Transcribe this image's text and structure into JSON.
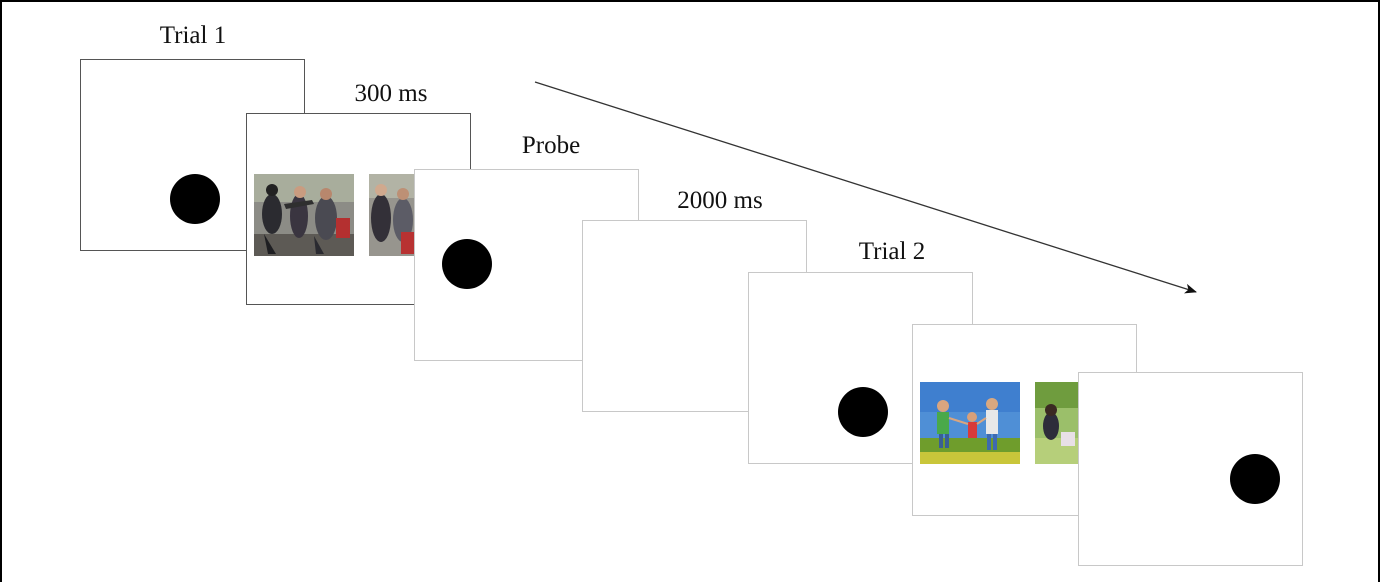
{
  "labels": {
    "trial1": "Trial 1",
    "ms300": "300 ms",
    "probe": "Probe",
    "ms2000": "2000 ms",
    "trial2": "Trial 2"
  },
  "screens": [
    {
      "id": "trial1-fixation",
      "content": "black dot"
    },
    {
      "id": "trial1-image-pair",
      "content": "two photos of violent street scene"
    },
    {
      "id": "trial1-probe",
      "content": "black dot"
    },
    {
      "id": "blank-interval",
      "content": "blank"
    },
    {
      "id": "trial2-fixation",
      "content": "black dot"
    },
    {
      "id": "trial2-image-pair",
      "content": "two photos of children playing outdoors"
    },
    {
      "id": "trial2-probe",
      "content": "black dot"
    }
  ],
  "colors": {
    "dot": "#000000",
    "frame_dark": "#555555",
    "frame_light": "#c8c8c8"
  }
}
